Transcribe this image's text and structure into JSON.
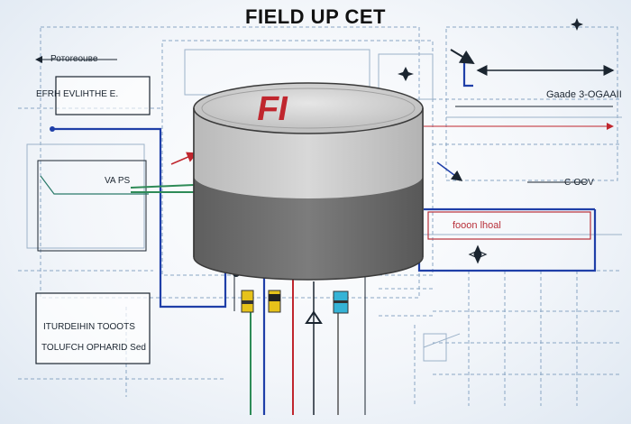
{
  "title": "FIELD UP CET",
  "tank": {
    "logo": "FI",
    "logo_color": "#c0262e",
    "top_color": "#d4d4d4",
    "upper_body_color": "#c9c9c9",
    "lower_body_color": "#707070"
  },
  "labels": {
    "top_left": "Ротоrеоuве",
    "box_left": "EFRH EVLIHTHE E.",
    "mid_left": "VA PS",
    "bottom_box_line1": "ITURDEIHIN TOOOTS",
    "bottom_box_line2": "TOLUFCH OPHARID Sed",
    "right_top": "Gaade 3-OGAAII",
    "right_mid": "C-OOV",
    "right_box": "fooon lhoal"
  },
  "colors": {
    "blue_line": "#1f3fa8",
    "green_line": "#2e8b57",
    "red_line": "#c0262e",
    "teal_line": "#2a7a6a",
    "grid_line": "#8aa6c4",
    "yellow_sensor": "#e6c21a",
    "cyan_sensor": "#35b3d6"
  },
  "icons": {
    "sparkle": "sparkle-icon",
    "compass": "compass-icon",
    "arrow_up": "triangle-up-icon"
  }
}
